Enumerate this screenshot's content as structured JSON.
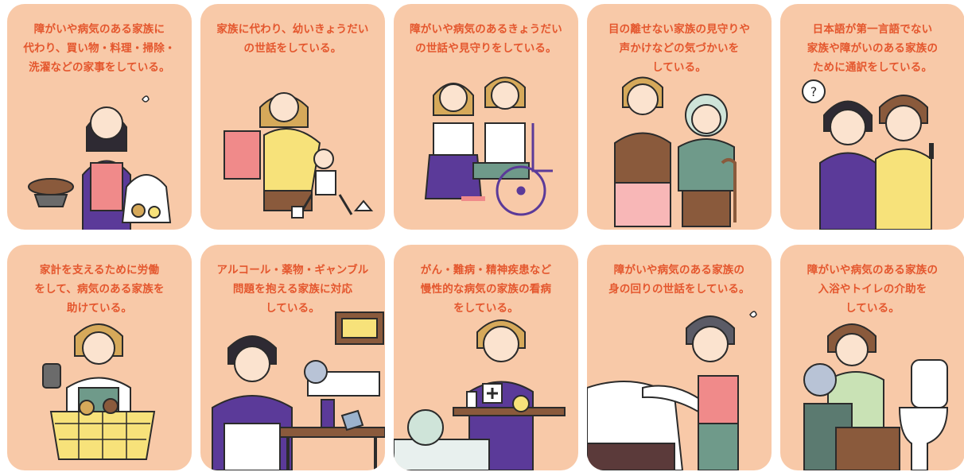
{
  "cards": [
    {
      "caption": "障がいや病気のある家族に\n代わり、買い物・料理・掃除・\n洗濯などの家事をしている。"
    },
    {
      "caption": "家族に代わり、幼いきょうだい\nの世話をしている。"
    },
    {
      "caption": "障がいや病気のあるきょうだい\nの世話や見守りをしている。"
    },
    {
      "caption": "目の離せない家族の見守りや\n声かけなどの気づかいを\nしている。"
    },
    {
      "caption": "日本語が第一言語でない\n家族や障がいのある家族の\nために通訳をしている。"
    },
    {
      "caption": "家計を支えるために労働\nをして、病気のある家族を\n助けている。"
    },
    {
      "caption": "アルコール・薬物・ギャンブル\n問題を抱える家族に対応\nしている。"
    },
    {
      "caption": "がん・難病・精神疾患など\n慢性的な病気の家族の看病\nをしている。"
    },
    {
      "caption": "障がいや病気のある家族の\n身の回りの世話をしている。"
    },
    {
      "caption": "障がいや病気のある家族の\n入浴やトイレの介助を\nしている。"
    }
  ],
  "colors": {
    "card_bg": "#f8c9a8",
    "caption": "#e4572e",
    "ink": "#2b2b2b",
    "purple": "#5b3a99",
    "yellow": "#f7e27a",
    "pink": "#f08a8a",
    "green": "#6f9a8a",
    "brown": "#8a5a3c",
    "hair_dark": "#2e2a33",
    "hair_light": "#d6a95a"
  },
  "icons": [
    "question-icon",
    "sweat-drop-icon",
    "medical-cross-icon",
    "wheelchair-icon",
    "cane-icon",
    "toilet-icon",
    "shopping-basket-icon"
  ]
}
